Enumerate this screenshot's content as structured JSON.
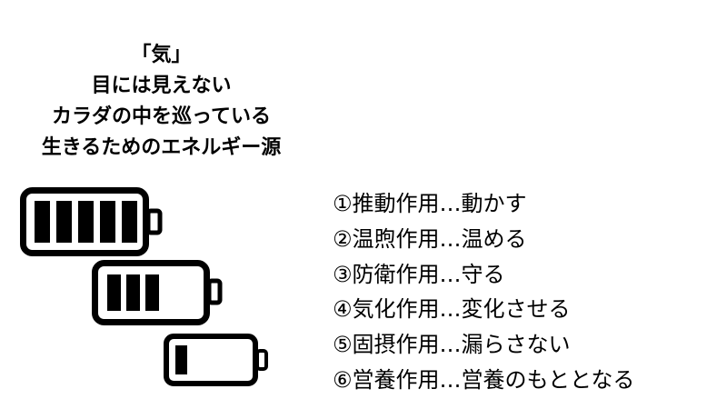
{
  "heading": {
    "lines": [
      "「気」",
      "目には見えない",
      "カラダの中を巡っている",
      "生きるためのエネルギー源"
    ]
  },
  "batteries": [
    {
      "name": "full",
      "level": 1.0,
      "bars": 5
    },
    {
      "name": "medium",
      "level": 0.6,
      "bars": 3
    },
    {
      "name": "low",
      "level": 0.2,
      "bars": 1
    }
  ],
  "functions": [
    "①推動作用…動かす",
    "②温煦作用…温める",
    "③防衛作用…守る",
    "④気化作用…変化させる",
    "⑤固摂作用…漏らさない",
    "⑥営養作用…営養のもととなる"
  ],
  "colors": {
    "background": "#ffffff",
    "foreground": "#000000"
  }
}
